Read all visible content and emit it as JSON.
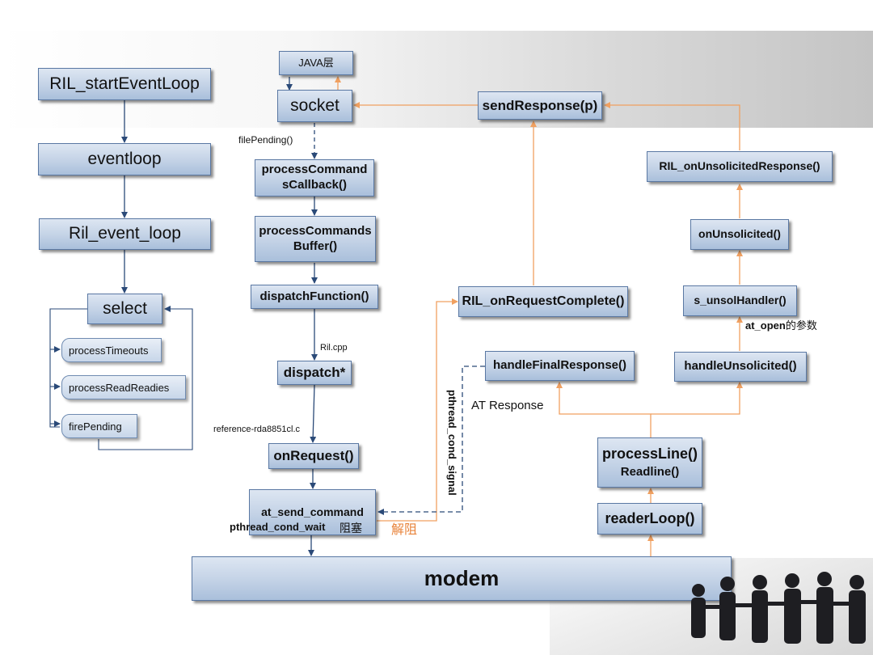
{
  "boxes": {
    "ril_start_event_loop": "RIL_startEventLoop",
    "eventloop": "eventloop",
    "ril_event_loop": "Ril_event_loop",
    "select": "select",
    "java_layer": "JAVA层",
    "socket": "socket",
    "process_commands_callback": "processCommand sCallback()",
    "process_commands_buffer": "processCommands Buffer()",
    "dispatch_function": "dispatchFunction()",
    "dispatch": "dispatch*",
    "on_request": "onRequest()",
    "at_send_command": "at_send_command",
    "send_response": "sendResponse(p)",
    "ril_on_request_complete": "RIL_onRequestComplete()",
    "handle_final_response": "handleFinalResponse()",
    "ril_on_unsolicited_response": "RIL_onUnsolicitedResponse()",
    "on_unsolicited": "onUnsolicited()",
    "s_unsol_handler": "s_unsolHandler()",
    "handle_unsolicited": "handleUnsolicited()",
    "process_line": "processLine()",
    "readline": "Readline()",
    "reader_loop": "readerLoop()",
    "modem": "modem"
  },
  "select_items": [
    "processTimeouts",
    "processReadReadies",
    "firePending"
  ],
  "labels": {
    "file_pending": "filePending()",
    "ril_cpp": "Ril.cpp",
    "reference": "reference-rda8851cl.c",
    "pthread_cond_wait": "pthread_cond_wait",
    "blocking": "阻塞",
    "unblock": "解阻",
    "pthread_cond_signal": "pthread_cond_signal",
    "at_response": "AT Response",
    "at_open_param_prefix": "at_open",
    "at_open_param_suffix": "的参数"
  },
  "colors": {
    "box_border": "#5a78a3",
    "arrow_blue": "#2b4a78",
    "arrow_orange": "#f0a060",
    "unblock_text": "#e8833a"
  }
}
